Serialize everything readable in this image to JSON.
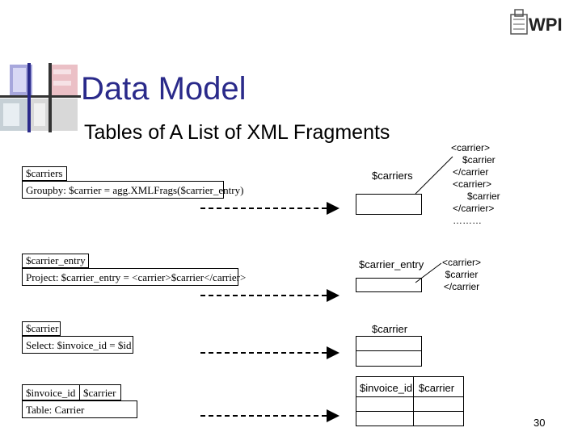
{
  "slide": {
    "title": "Data Model",
    "subtitle": "Tables of A List of XML Fragments",
    "page_number": "30",
    "logo_text": "WPI"
  },
  "operators": {
    "groupby": {
      "var": "$carriers",
      "expr": "Groupby: $carrier = agg.XMLFrags($carrier_entry)"
    },
    "project": {
      "var": "$carrier_entry",
      "expr": "Project: $carrier_entry = <carrier>$carrier</carrier>"
    },
    "select": {
      "var": "$carrier",
      "expr": "Select: $invoice_id = $id"
    },
    "table": {
      "var1": "$invoice_id",
      "var2": "$carrier",
      "expr": "Table: Carrier"
    }
  },
  "result_tables": {
    "carriers": {
      "header": "$carriers"
    },
    "carrier_entry": {
      "header": "$carrier_entry"
    },
    "carrier": {
      "header": "$carrier"
    },
    "invoice_carrier": {
      "header1": "$invoice_id",
      "header2": "$carrier"
    }
  },
  "annotations": {
    "carriers_value": [
      "<carrier>",
      "$carrier",
      "</carrier",
      "<carrier>",
      "$carrier",
      "</carrier>",
      "………"
    ],
    "carrier_entry_value": [
      "<carrier>",
      "$carrier",
      "</carrier"
    ]
  }
}
